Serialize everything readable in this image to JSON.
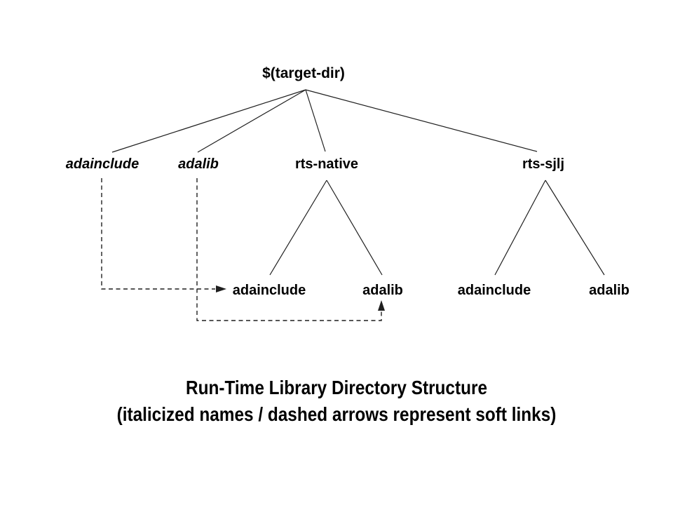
{
  "diagram": {
    "root": {
      "label": "$(target-dir)"
    },
    "level2": {
      "adainclude": {
        "label": "adainclude",
        "soft_link": true
      },
      "adalib": {
        "label": "adalib",
        "soft_link": true
      },
      "rts_native": {
        "label": "rts-native"
      },
      "rts_sjlj": {
        "label": "rts-sjlj"
      }
    },
    "rts_native_children": {
      "adainclude": {
        "label": "adainclude"
      },
      "adalib": {
        "label": "adalib"
      }
    },
    "rts_sjlj_children": {
      "adainclude": {
        "label": "adainclude"
      },
      "adalib": {
        "label": "adalib"
      }
    },
    "soft_links": [
      {
        "from": "adainclude",
        "to": "rts-native/adainclude"
      },
      {
        "from": "adalib",
        "to": "rts-native/adalib"
      }
    ]
  },
  "caption": {
    "title": "Run-Time Library Directory Structure",
    "subtitle": "(italicized names / dashed arrows represent soft links)"
  },
  "colors": {
    "foreground": "#000000",
    "background": "#ffffff",
    "line": "#1f1f1f"
  }
}
